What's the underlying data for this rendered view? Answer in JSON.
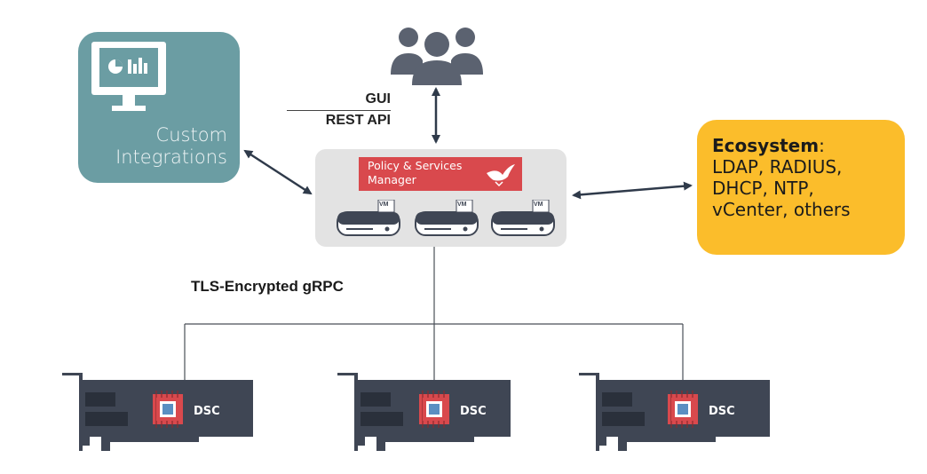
{
  "custom_integrations": {
    "line1": "Custom",
    "line2": "Integrations"
  },
  "api": {
    "gui": "GUI",
    "rest": "REST API"
  },
  "psm": {
    "line1": "Policy & Services",
    "line2": "Manager",
    "vm_label": "VM"
  },
  "ecosystem": {
    "title": "Ecosystem",
    "colon": ":",
    "lines": [
      "LDAP, RADIUS,",
      "DHCP, NTP,",
      "vCenter, others"
    ]
  },
  "transport": {
    "label": "TLS-Encrypted gRPC"
  },
  "dsc": {
    "label": "DSC"
  },
  "colors": {
    "custom": "#6b9da3",
    "psm_box": "#e3e3e3",
    "psm_banner": "#d9494d",
    "ecosystem": "#fbbd2b",
    "card": "#3f4654",
    "chip_red": "#d9494d",
    "arrow": "#2f3a4a"
  }
}
